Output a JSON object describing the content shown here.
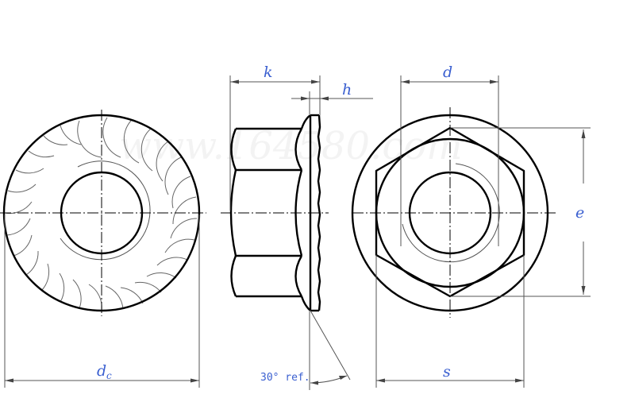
{
  "drawing": {
    "subject": "Hexagon flange nut with serrated flange",
    "views": [
      "bearing-face view",
      "side view",
      "top view"
    ],
    "watermark": "www.164580.com",
    "colors": {
      "outline": "#000000",
      "dimension": "#555555",
      "label": "#3a5fd0"
    }
  },
  "dimensions": {
    "dc": {
      "symbol": "d",
      "subscript": "c",
      "description": "flange diameter"
    },
    "k": {
      "symbol": "k",
      "description": "nut height"
    },
    "h": {
      "symbol": "h",
      "description": "flange thickness"
    },
    "d": {
      "symbol": "d",
      "description": "thread diameter"
    },
    "e": {
      "symbol": "e",
      "description": "width across corners"
    },
    "s": {
      "symbol": "s",
      "description": "width across flats"
    }
  },
  "annotations": {
    "angle_note": "30° ref."
  }
}
